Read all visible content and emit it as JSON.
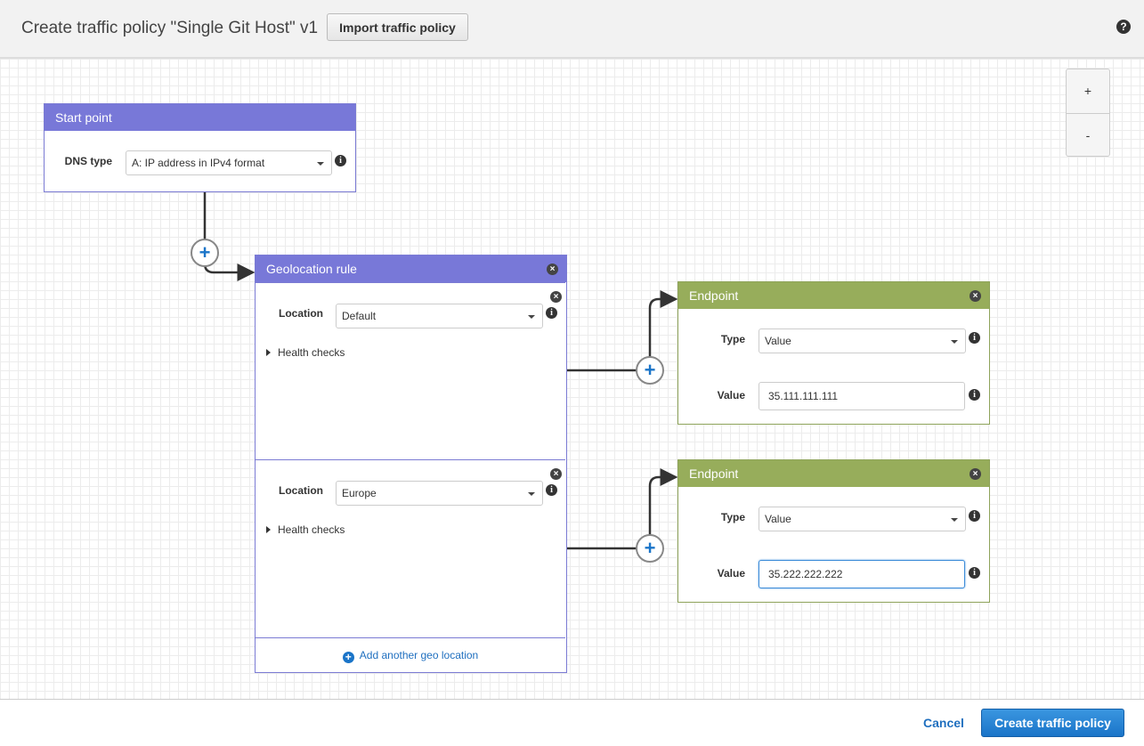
{
  "header": {
    "title": "Create traffic policy \"Single Git Host\" v1",
    "import_label": "Import traffic policy",
    "help_icon": "?"
  },
  "zoom": {
    "in": "+",
    "out": "-"
  },
  "start": {
    "title": "Start point",
    "dns_label": "DNS type",
    "dns_value": "A: IP address in IPv4 format"
  },
  "geo": {
    "title": "Geolocation rule",
    "rules": [
      {
        "location_label": "Location",
        "location": "Default",
        "health": "Health checks"
      },
      {
        "location_label": "Location",
        "location": "Europe",
        "health": "Health checks"
      }
    ],
    "add_label": "Add another geo location"
  },
  "endpoints": [
    {
      "title": "Endpoint",
      "type_label": "Type",
      "type": "Value",
      "value_label": "Value",
      "value": "35.111.111.111"
    },
    {
      "title": "Endpoint",
      "type_label": "Type",
      "type": "Value",
      "value_label": "Value",
      "value": "35.222.222.222"
    }
  ],
  "footer": {
    "cancel": "Cancel",
    "create": "Create traffic policy"
  },
  "colors": {
    "rule_header": "#7878d8",
    "endpoint_header": "#97ad5b",
    "primary": "#1a74c8"
  }
}
